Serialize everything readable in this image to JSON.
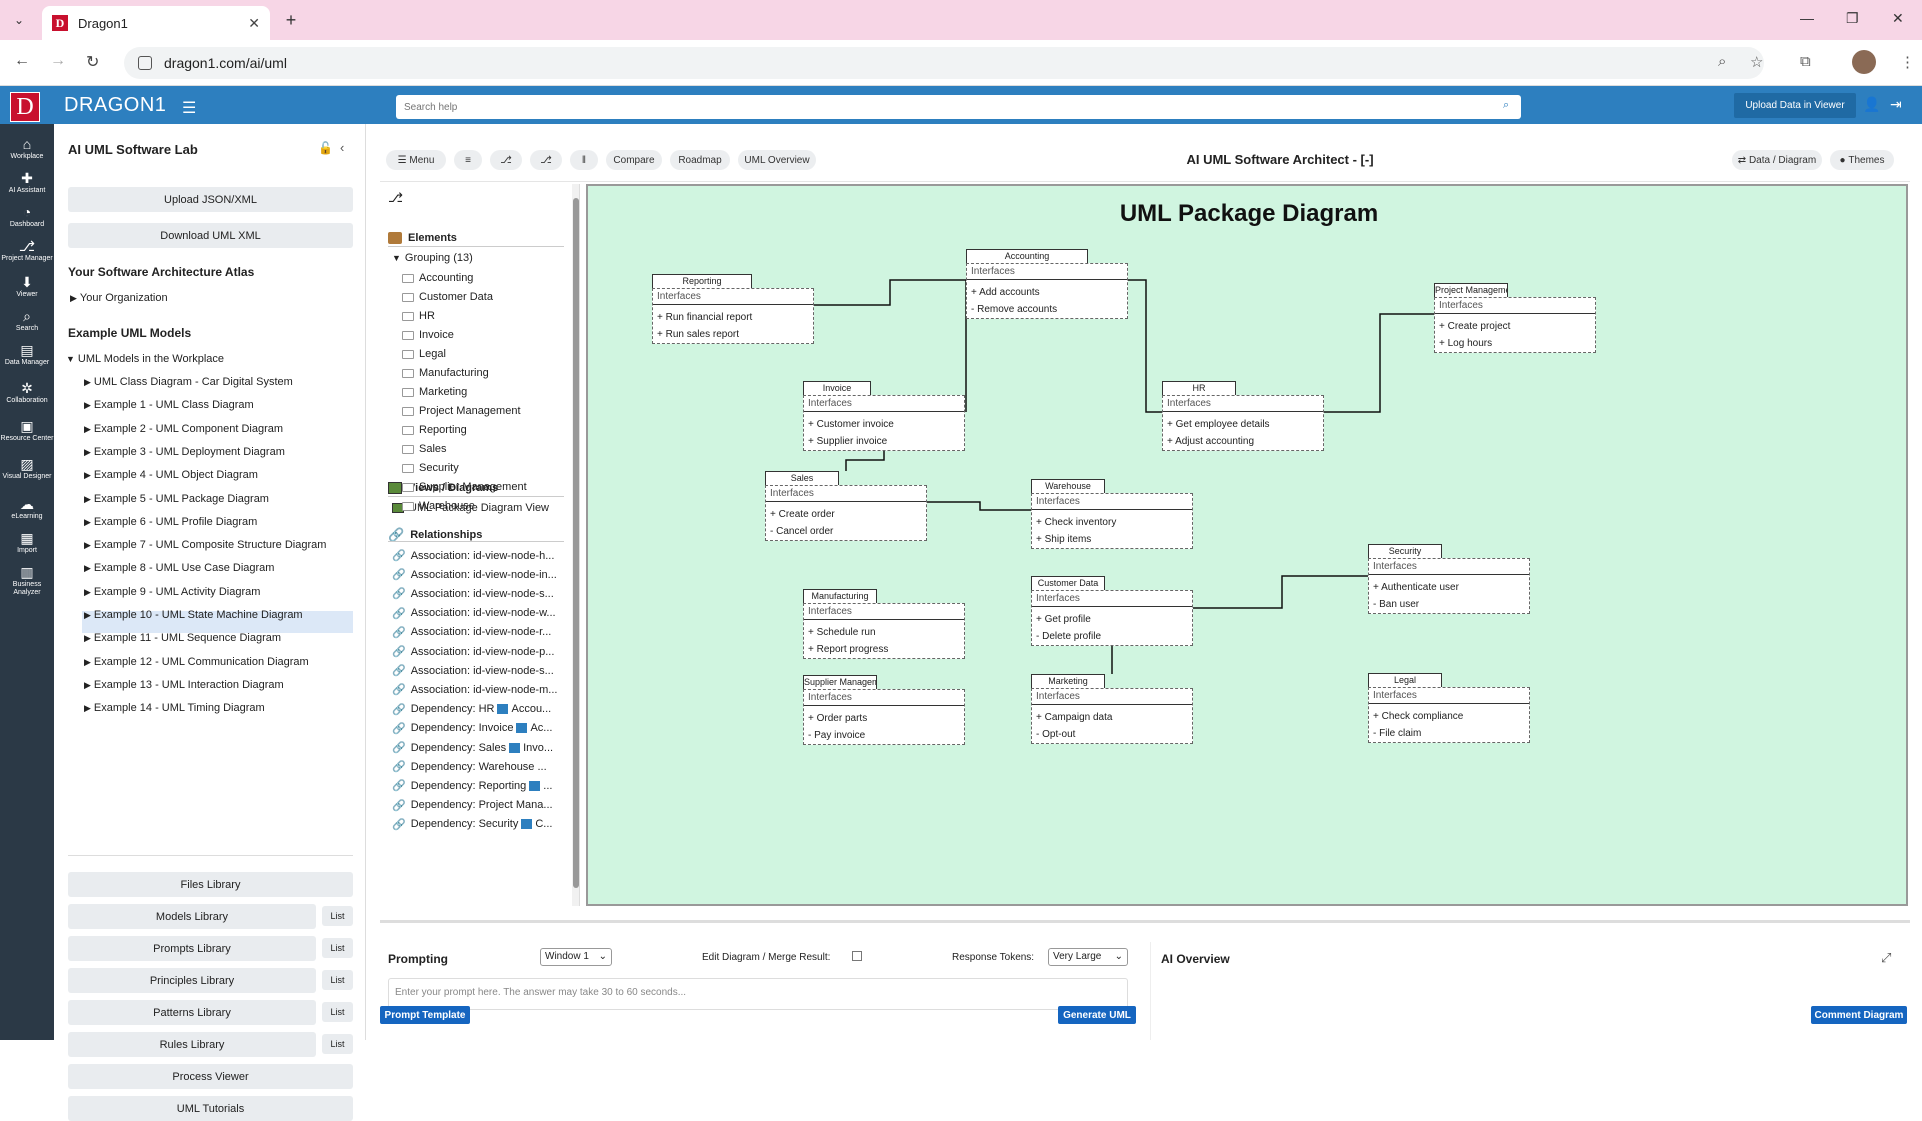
{
  "browser": {
    "tab_title": "Dragon1",
    "url": "dragon1.com/ai/uml"
  },
  "app": {
    "brand": "DRAGON1",
    "logo_letter": "D",
    "search_placeholder": "Search help",
    "upload_viewer": "Upload Data in Viewer"
  },
  "leftnav": [
    {
      "icon": "⌂",
      "label": "Workplace"
    },
    {
      "icon": "✚",
      "label": "AI Assistant"
    },
    {
      "icon": "◔",
      "label": "Dashboard"
    },
    {
      "icon": "⎇",
      "label": "Project Manager"
    },
    {
      "icon": "⬇",
      "label": "Viewer"
    },
    {
      "icon": "⌕",
      "label": "Search"
    },
    {
      "icon": "▤",
      "label": "Data Manager"
    },
    {
      "icon": "✲",
      "label": "Collaboration"
    },
    {
      "icon": "▣",
      "label": "Resource Center"
    },
    {
      "icon": "▨",
      "label": "Visual Designer"
    },
    {
      "icon": "☁",
      "label": "eLearning"
    },
    {
      "icon": "▦",
      "label": "Import"
    },
    {
      "icon": "▥",
      "label": "Business Analyzer"
    }
  ],
  "sidepanel": {
    "title": "AI UML Software Lab",
    "upload_btn": "Upload JSON/XML",
    "download_btn": "Download UML XML",
    "atlas_heading": "Your Software Architecture Atlas",
    "your_org": "Your Organization",
    "examples_heading": "Example UML Models",
    "workplace_group": "UML Models in the Workplace",
    "examples": [
      "UML Class Diagram - Car Digital System",
      "Example 1 - UML Class Diagram",
      "Example 2 - UML Component Diagram",
      "Example 3 - UML Deployment Diagram",
      "Example 4 - UML Object Diagram",
      "Example 5 - UML Package Diagram",
      "Example 6 - UML Profile Diagram",
      "Example 7 - UML Composite Structure Diagram",
      "Example 8 - UML Use Case Diagram",
      "Example 9 - UML Activity Diagram",
      "Example 10 - UML State Machine Diagram",
      "Example 11 - UML Sequence Diagram",
      "Example 12 - UML Communication Diagram",
      "Example 13 - UML Interaction Diagram",
      "Example 14 - UML Timing Diagram"
    ],
    "libraries": [
      {
        "label": "Files Library",
        "list": ""
      },
      {
        "label": "Models Library",
        "list": "List"
      },
      {
        "label": "Prompts Library",
        "list": "List"
      },
      {
        "label": "Principles Library",
        "list": "List"
      },
      {
        "label": "Patterns Library",
        "list": "List"
      },
      {
        "label": "Rules Library",
        "list": "List"
      },
      {
        "label": "Process Viewer",
        "list": ""
      },
      {
        "label": "UML Tutorials",
        "list": ""
      }
    ]
  },
  "toolbar": {
    "menu": "Menu",
    "compare": "Compare",
    "roadmap": "Roadmap",
    "uml_overview": "UML Overview",
    "title": "AI UML Software Architect - [-]",
    "data_diagram": "Data / Diagram",
    "themes": "Themes"
  },
  "tree": {
    "elements": "Elements",
    "grouping": "Grouping (13)",
    "groups": [
      "Accounting",
      "Customer Data",
      "HR",
      "Invoice",
      "Legal",
      "Manufacturing",
      "Marketing",
      "Project Management",
      "Reporting",
      "Sales",
      "Security",
      "Supplier Management",
      "Warehouse"
    ],
    "views": "Views / Diagrams",
    "view_item": "UML Package Diagram View",
    "relationships": "Relationships",
    "rels": [
      {
        "a": "Association: id-view-node-h...",
        "b": ""
      },
      {
        "a": "Association: id-view-node-in...",
        "b": ""
      },
      {
        "a": "Association: id-view-node-s...",
        "b": ""
      },
      {
        "a": "Association: id-view-node-w...",
        "b": ""
      },
      {
        "a": "Association: id-view-node-r...",
        "b": ""
      },
      {
        "a": "Association: id-view-node-p...",
        "b": ""
      },
      {
        "a": "Association: id-view-node-s...",
        "b": ""
      },
      {
        "a": "Association: id-view-node-m...",
        "b": ""
      },
      {
        "a": "Dependency: HR",
        "b": "Accou..."
      },
      {
        "a": "Dependency: Invoice",
        "b": "Ac..."
      },
      {
        "a": "Dependency: Sales",
        "b": "Invo..."
      },
      {
        "a": "Dependency: Warehouse ...",
        "b": ""
      },
      {
        "a": "Dependency: Reporting",
        "b": "..."
      },
      {
        "a": "Dependency: Project Mana...",
        "b": ""
      },
      {
        "a": "Dependency: Security",
        "b": "C..."
      }
    ]
  },
  "diagram": {
    "title": "UML Package Diagram",
    "interfaces_label": "Interfaces",
    "packages": [
      {
        "id": "reporting",
        "name": "Reporting",
        "ops": [
          "+ Run financial report",
          "+ Run sales report"
        ]
      },
      {
        "id": "accounting",
        "name": "Accounting",
        "ops": [
          "+ Add accounts",
          "- Remove accounts"
        ]
      },
      {
        "id": "project-management",
        "name": "Project Management",
        "ops": [
          "+ Create project",
          "+ Log hours"
        ]
      },
      {
        "id": "invoice",
        "name": "Invoice",
        "ops": [
          "+ Customer invoice",
          "+ Supplier invoice"
        ]
      },
      {
        "id": "hr",
        "name": "HR",
        "ops": [
          "+ Get employee details",
          "+ Adjust accounting"
        ]
      },
      {
        "id": "sales",
        "name": "Sales",
        "ops": [
          "+ Create order",
          "- Cancel order"
        ]
      },
      {
        "id": "warehouse",
        "name": "Warehouse",
        "ops": [
          "+ Check inventory",
          "+ Ship items"
        ]
      },
      {
        "id": "security",
        "name": "Security",
        "ops": [
          "+ Authenticate user",
          "- Ban user"
        ]
      },
      {
        "id": "manufacturing",
        "name": "Manufacturing",
        "ops": [
          "+ Schedule run",
          "+ Report progress"
        ]
      },
      {
        "id": "customer-data",
        "name": "Customer Data",
        "ops": [
          "+ Get profile",
          "- Delete profile"
        ]
      },
      {
        "id": "supplier-management",
        "name": "Supplier Management",
        "ops": [
          "+ Order parts",
          "- Pay invoice"
        ]
      },
      {
        "id": "marketing",
        "name": "Marketing",
        "ops": [
          "+ Campaign data",
          "- Opt-out"
        ]
      },
      {
        "id": "legal",
        "name": "Legal",
        "ops": [
          "+ Check compliance",
          "- File claim"
        ]
      }
    ]
  },
  "prompting": {
    "label": "Prompting",
    "window": "Window 1",
    "edit_label": "Edit Diagram / Merge Result:",
    "tokens_label": "Response Tokens:",
    "tokens": "Very Large",
    "placeholder": "Enter your prompt here. The answer may take 30 to 60 seconds...",
    "template_btn": "Prompt Template",
    "generate_btn": "Generate UML"
  },
  "ai_overview": {
    "label": "AI Overview",
    "comment_btn": "Comment Diagram"
  }
}
